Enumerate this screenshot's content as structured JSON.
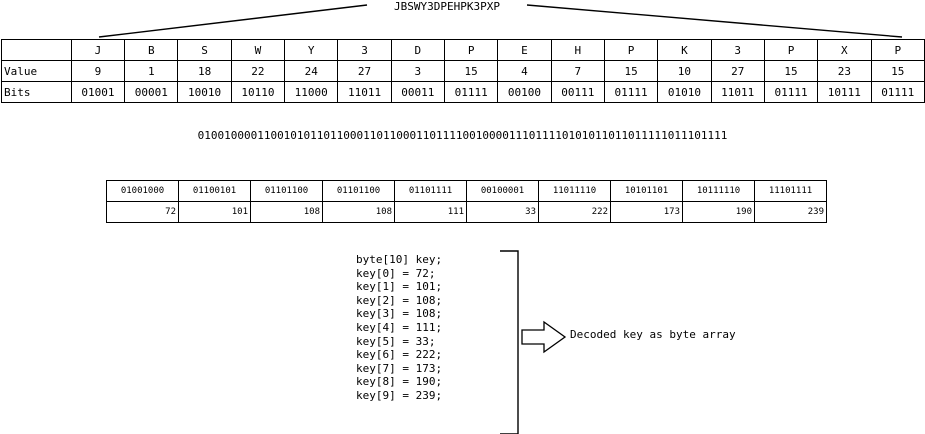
{
  "encoded_string": "JBSWY3DPEHPK3PXP",
  "table": {
    "header_label": "",
    "row_labels": [
      "Value",
      "Bits"
    ],
    "chars": [
      "J",
      "B",
      "S",
      "W",
      "Y",
      "3",
      "D",
      "P",
      "E",
      "H",
      "P",
      "K",
      "3",
      "P",
      "X",
      "P"
    ],
    "values": [
      "9",
      "1",
      "18",
      "22",
      "24",
      "27",
      "3",
      "15",
      "4",
      "7",
      "15",
      "10",
      "27",
      "15",
      "23",
      "15"
    ],
    "bits": [
      "01001",
      "00001",
      "10010",
      "10110",
      "11000",
      "11011",
      "00011",
      "01111",
      "00100",
      "00111",
      "01111",
      "01010",
      "11011",
      "01111",
      "10111",
      "01111"
    ]
  },
  "bitstring": "01001000011001010110110001101100011011110010000111011110101011011011111011101111",
  "bytes": {
    "bits": [
      "01001000",
      "01100101",
      "01101100",
      "01101100",
      "01101111",
      "00100001",
      "11011110",
      "10101101",
      "10111110",
      "11101111"
    ],
    "values": [
      "72",
      "101",
      "108",
      "108",
      "111",
      "33",
      "222",
      "173",
      "190",
      "239"
    ]
  },
  "code_lines": [
    "byte[10] key;",
    "key[0] = 72;",
    "key[1] = 101;",
    "key[2] = 108;",
    "key[3] = 108;",
    "key[4] = 111;",
    "key[5] = 33;",
    "key[6] = 222;",
    "key[7] = 173;",
    "key[8] = 190;",
    "key[9] = 239;"
  ],
  "decoded_label": "Decoded key as byte array"
}
